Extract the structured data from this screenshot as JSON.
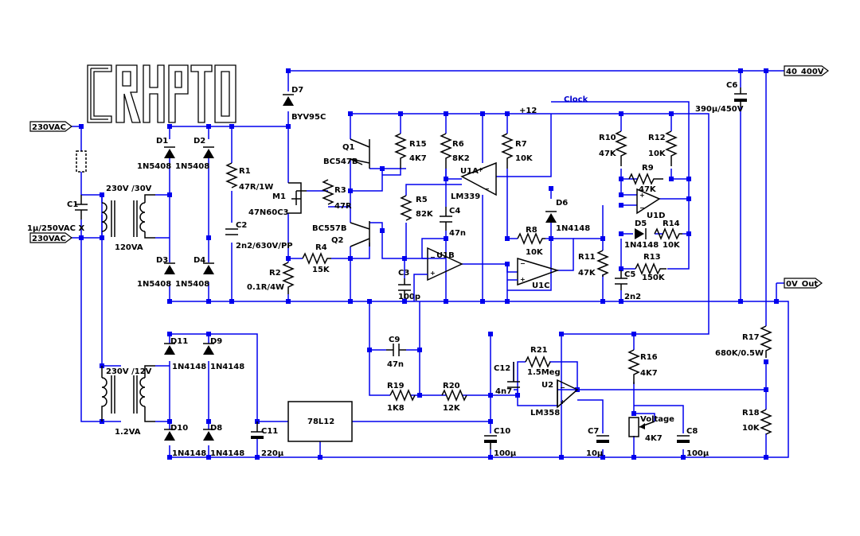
{
  "logo": "CRYPTO",
  "ports": {
    "ac1": "230VAC",
    "ac2": "230VAC",
    "vout": "40_400V",
    "zero": "0V_Out"
  },
  "nets": {
    "clock": "Clock",
    "p12": "+12"
  },
  "parts": {
    "c1": [
      "C1",
      "1µ/250VAC X"
    ],
    "t1": [
      "230V /30V",
      "120VA"
    ],
    "t2": [
      "230V /12V",
      "1.2VA"
    ],
    "d1": [
      "D1",
      "1N5408"
    ],
    "d2": [
      "D2",
      "1N5408"
    ],
    "d3": [
      "D3",
      "1N5408"
    ],
    "d4": [
      "D4",
      "1N5408"
    ],
    "r1": [
      "R1",
      "47R/1W"
    ],
    "c2": [
      "C2",
      "2n2/630V/PP"
    ],
    "d7": [
      "D7",
      "BYV95C"
    ],
    "m1": [
      "M1",
      "47N60C3"
    ],
    "r3": [
      "R3",
      "47R"
    ],
    "q1": [
      "Q1",
      "BC547B"
    ],
    "q2": [
      "Q2",
      "BC557B"
    ],
    "r4": [
      "R4",
      "15K"
    ],
    "r2": [
      "R2",
      "0.1R/4W"
    ],
    "r15": [
      "R15",
      "4K7"
    ],
    "r6": [
      "R6",
      "8K2"
    ],
    "r7": [
      "R7",
      "10K"
    ],
    "u1a": [
      "U1A",
      "LM339"
    ],
    "r5": [
      "R5",
      "82K"
    ],
    "c4": [
      "C4",
      "47n"
    ],
    "c3": [
      "C3",
      "100p"
    ],
    "u1b": [
      "U1B"
    ],
    "d6": [
      "D6",
      "1N4148"
    ],
    "r8": [
      "R8",
      "10K"
    ],
    "u1c": [
      "U1C"
    ],
    "r10": [
      "R10",
      "47K"
    ],
    "r12": [
      "R12",
      "10K"
    ],
    "r9": [
      "R9",
      "47K"
    ],
    "u1d": [
      "U1D"
    ],
    "d5": [
      "D5",
      "1N4148"
    ],
    "r14": [
      "R14",
      "10K"
    ],
    "r11": [
      "R11",
      "47K"
    ],
    "r13": [
      "R13",
      "150K"
    ],
    "c5": [
      "C5",
      "2n2"
    ],
    "c6": [
      "C6",
      "390µ/450V"
    ],
    "r17": [
      "R17",
      "680K/0.5W"
    ],
    "r18": [
      "R18",
      "10K"
    ],
    "d11": [
      "D11",
      "1N4148"
    ],
    "d9": [
      "D9",
      "1N4148"
    ],
    "d10": [
      "D10",
      "1N4148"
    ],
    "d8": [
      "D8",
      "1N4148"
    ],
    "c11": [
      "C11",
      "220µ"
    ],
    "reg": [
      "78L12"
    ],
    "c9": [
      "C9",
      "47n"
    ],
    "r19": [
      "R19",
      "1K8"
    ],
    "r20": [
      "R20",
      "12K"
    ],
    "c10": [
      "C10",
      "100µ"
    ],
    "c12": [
      "C12",
      "4n7"
    ],
    "r21": [
      "R21",
      "1.5Meg"
    ],
    "u2": [
      "U2",
      "LM358"
    ],
    "c7": [
      "C7",
      "10µ"
    ],
    "r16": [
      "R16",
      "4K7"
    ],
    "pot": [
      "Voltage",
      "4K7"
    ],
    "c8": [
      "C8",
      "100µ"
    ]
  },
  "colors": {
    "wire": "#0000ee",
    "component": "#000000",
    "background": "#ffffff"
  }
}
